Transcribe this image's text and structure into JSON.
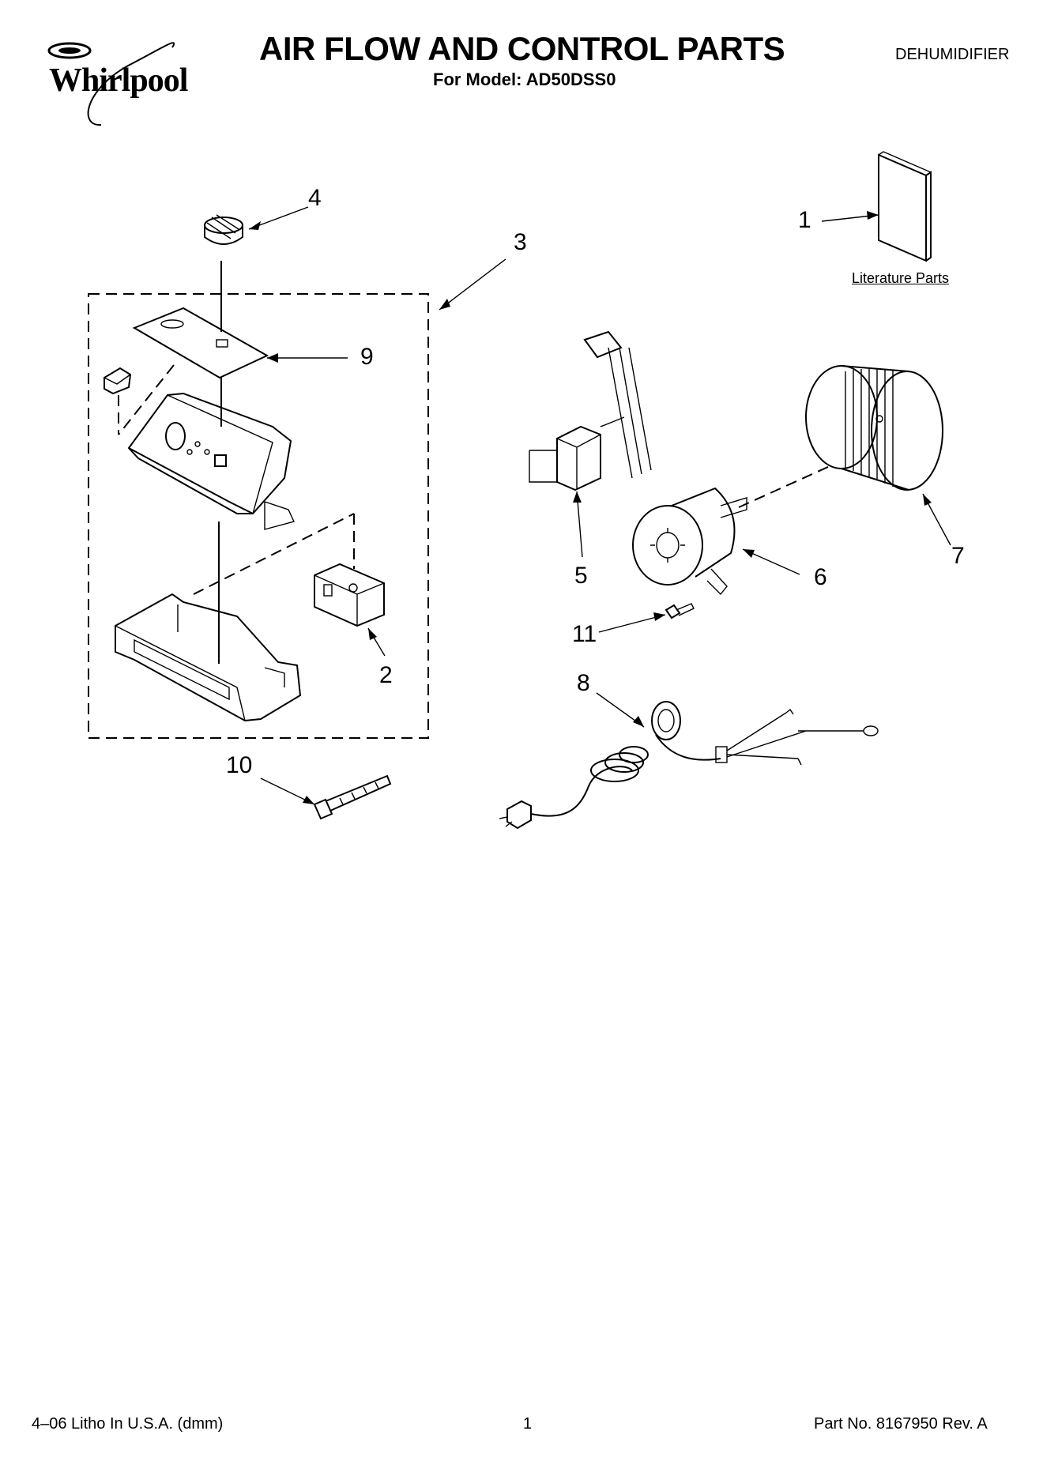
{
  "brand": {
    "name": "Whirlpool"
  },
  "header": {
    "title": "AIR FLOW AND CONTROL PARTS",
    "subtitle": "For Model: AD50DSS0",
    "category": "DEHUMIDIFIER"
  },
  "diagram": {
    "literature_label": "Literature Parts",
    "callouts": {
      "c1": "1",
      "c2": "2",
      "c3": "3",
      "c4": "4",
      "c5": "5",
      "c6": "6",
      "c7": "7",
      "c8": "8",
      "c9": "9",
      "c10": "10",
      "c11": "11"
    }
  },
  "footer": {
    "left": "4–06 Litho In U.S.A. (dmm)",
    "center": "1",
    "right": "Part No. 8167950 Rev. A"
  }
}
